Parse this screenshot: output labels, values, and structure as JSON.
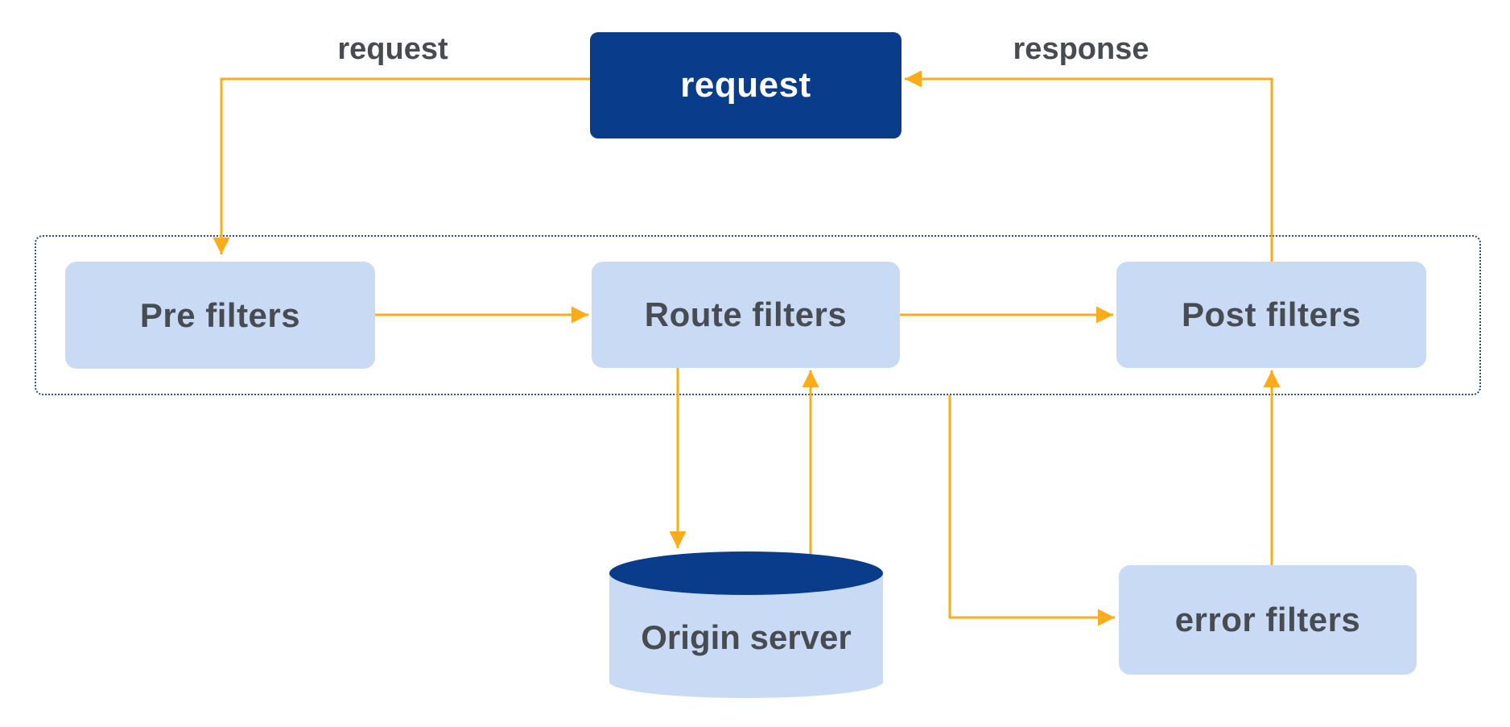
{
  "diagram": {
    "nodes": {
      "request_box": {
        "label": "request"
      },
      "pre_filters": {
        "label": "Pre filters"
      },
      "route_filters": {
        "label": "Route filters"
      },
      "post_filters": {
        "label": "Post filters"
      },
      "error_filters": {
        "label": "error filters"
      },
      "origin_server": {
        "label": "Origin server"
      }
    },
    "edge_labels": {
      "request": "request",
      "response": "response"
    },
    "colors": {
      "navy": "#0a3c8c",
      "box_blue": "#c9dbf4",
      "arrow_orange": "#fbac18",
      "container_border": "#24537e",
      "label_gray": "#474c52",
      "background": "#ffffff"
    }
  }
}
